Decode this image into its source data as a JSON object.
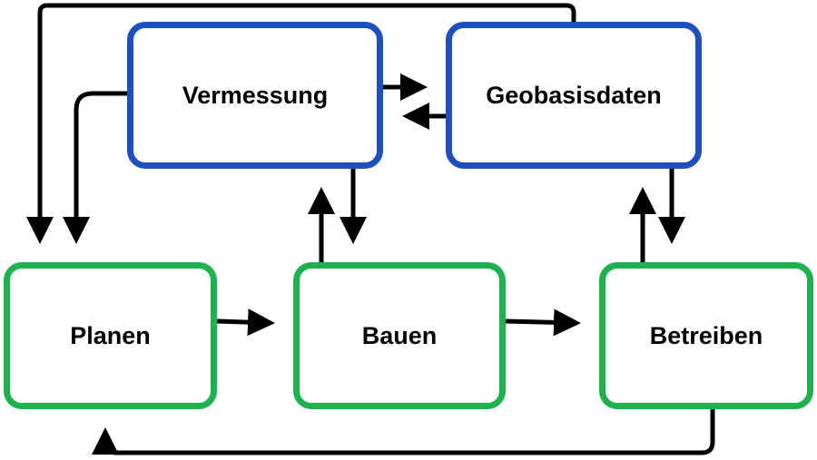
{
  "colors": {
    "blue_border": "#1f4fbd",
    "green_border": "#1fb04f",
    "arrow": "#000000"
  },
  "nodes": {
    "vermessung": {
      "label": "Vermessung"
    },
    "geobasisdaten": {
      "label": "Geobasisdaten"
    },
    "planen": {
      "label": "Planen"
    },
    "bauen": {
      "label": "Bauen"
    },
    "betreiben": {
      "label": "Betreiben"
    }
  },
  "edges": [
    {
      "from": "vermessung",
      "to": "geobasisdaten"
    },
    {
      "from": "geobasisdaten",
      "to": "vermessung"
    },
    {
      "from": "vermessung",
      "to": "bauen"
    },
    {
      "from": "bauen",
      "to": "vermessung"
    },
    {
      "from": "geobasisdaten",
      "to": "betreiben"
    },
    {
      "from": "betreiben",
      "to": "geobasisdaten"
    },
    {
      "from": "planen",
      "to": "bauen"
    },
    {
      "from": "bauen",
      "to": "betreiben"
    },
    {
      "from": "vermessung",
      "to": "planen"
    },
    {
      "from": "geobasisdaten",
      "to": "planen"
    },
    {
      "from": "betreiben",
      "to": "planen"
    }
  ]
}
